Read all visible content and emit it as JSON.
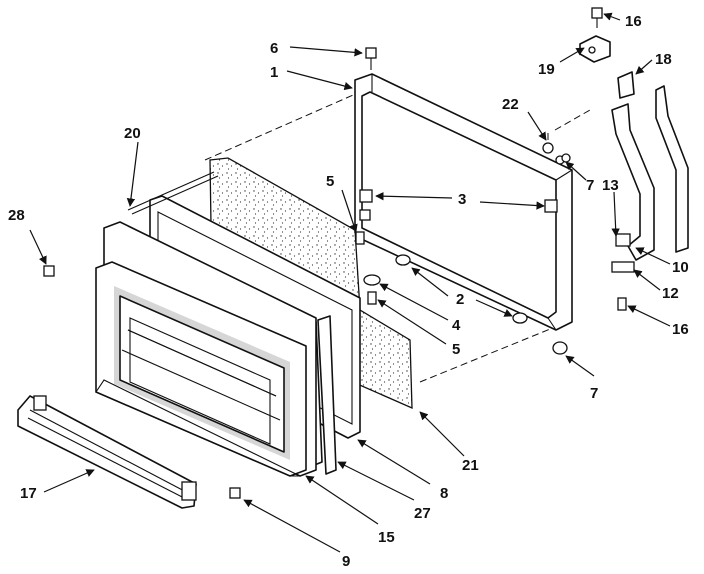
{
  "callouts": {
    "c1": "1",
    "c2": "2",
    "c3": "3",
    "c4": "4",
    "c5a": "5",
    "c5b": "5",
    "c6": "6",
    "c7a": "7",
    "c7b": "7",
    "c8": "8",
    "c9": "9",
    "c10": "10",
    "c12": "12",
    "c13": "13",
    "c15": "15",
    "c16a": "16",
    "c16b": "16",
    "c17": "17",
    "c18": "18",
    "c19": "19",
    "c20": "20",
    "c21": "21",
    "c22": "22",
    "c27": "27",
    "c28": "28"
  }
}
